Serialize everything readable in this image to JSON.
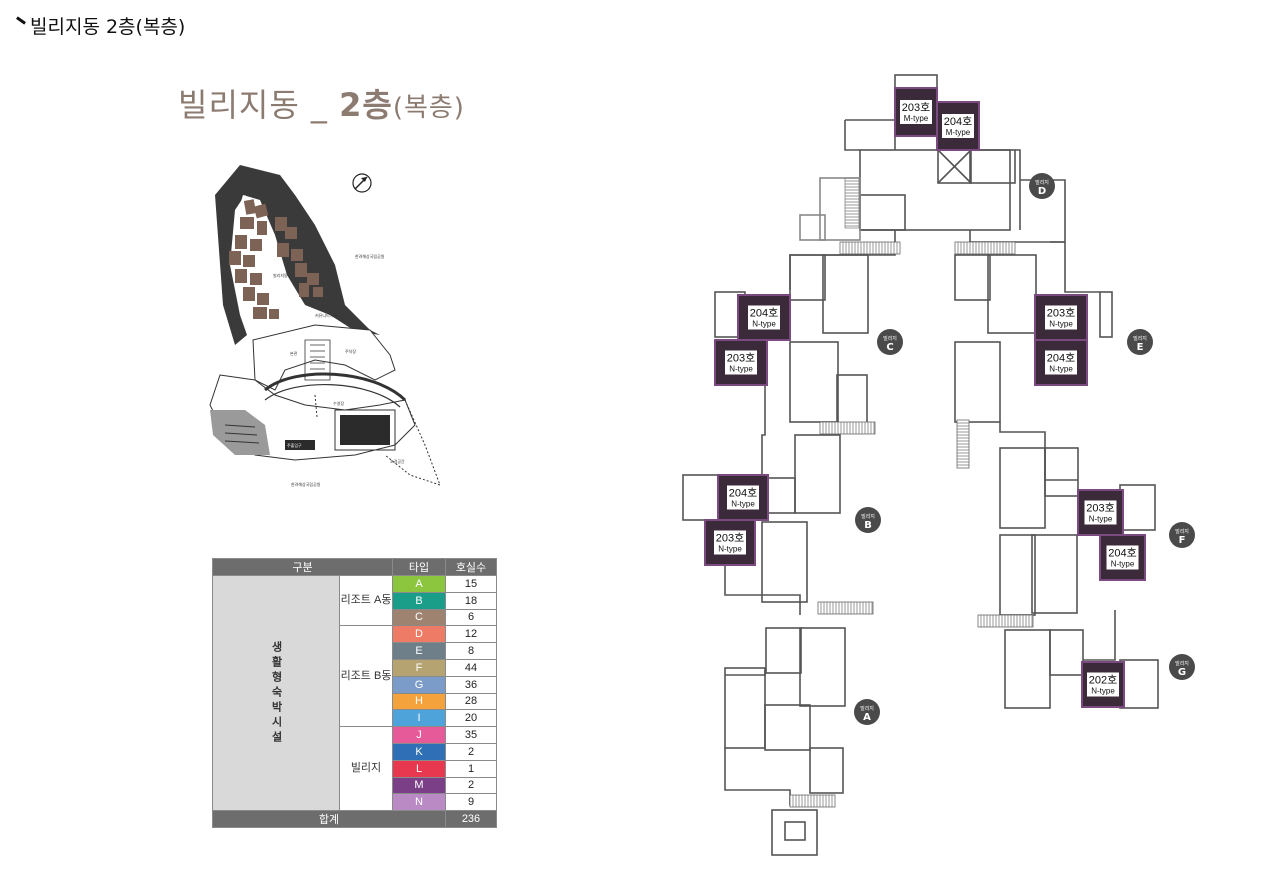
{
  "page": {
    "heading": "빌리지동 2층(복층)"
  },
  "plan_title": {
    "main": "빌리지동 _ ",
    "floor": "2층",
    "suffix": "(복층)"
  },
  "site_map": {
    "labels": {
      "sea_view_top": "한려해상국립공원",
      "sea_view_bottom": "한려해상국립공원",
      "villa": "빌리지동",
      "lobby": "커뮤니티시설",
      "parking": "주차장",
      "main_building": "본관",
      "pool": "수영장",
      "entrance": "주출입구",
      "garden": "조경공간"
    }
  },
  "type_table": {
    "headers": [
      "구분",
      "타입",
      "호실수"
    ],
    "category": "생활형숙박시설",
    "groups": [
      {
        "name": "리조트 A동",
        "rows": [
          {
            "type": "A",
            "count": "15",
            "color": "#8cc63f"
          },
          {
            "type": "B",
            "count": "18",
            "color": "#1a9e8a"
          },
          {
            "type": "C",
            "count": "6",
            "color": "#9e8470"
          }
        ]
      },
      {
        "name": "리조트 B동",
        "rows": [
          {
            "type": "D",
            "count": "12",
            "color": "#ee7b66"
          },
          {
            "type": "E",
            "count": "8",
            "color": "#6f7f8a"
          },
          {
            "type": "F",
            "count": "44",
            "color": "#b5a371"
          },
          {
            "type": "G",
            "count": "36",
            "color": "#7b9cc8"
          },
          {
            "type": "H",
            "count": "28",
            "color": "#f4a23c"
          },
          {
            "type": "I",
            "count": "20",
            "color": "#4fa3db"
          }
        ]
      },
      {
        "name": "빌리지",
        "rows": [
          {
            "type": "J",
            "count": "35",
            "color": "#e75a9a"
          },
          {
            "type": "K",
            "count": "2",
            "color": "#2f6fb5"
          },
          {
            "type": "L",
            "count": "1",
            "color": "#e8384f"
          },
          {
            "type": "M",
            "count": "2",
            "color": "#7a3f87"
          },
          {
            "type": "N",
            "count": "9",
            "color": "#b98ac4"
          }
        ]
      }
    ],
    "total_label": "합계",
    "total_count": "236"
  },
  "floor_plan": {
    "units": [
      {
        "room": "203호",
        "type": "M-type"
      },
      {
        "room": "204호",
        "type": "M-type"
      },
      {
        "room": "204호",
        "type": "N-type"
      },
      {
        "room": "203호",
        "type": "N-type"
      },
      {
        "room": "203호",
        "type": "N-type"
      },
      {
        "room": "204호",
        "type": "N-type"
      },
      {
        "room": "204호",
        "type": "N-type"
      },
      {
        "room": "203호",
        "type": "N-type"
      },
      {
        "room": "203호",
        "type": "N-type"
      },
      {
        "room": "204호",
        "type": "N-type"
      },
      {
        "room": "202호",
        "type": "N-type"
      }
    ],
    "villa_markers": [
      {
        "prefix": "빌리지",
        "letter": "D"
      },
      {
        "prefix": "빌리지",
        "letter": "C"
      },
      {
        "prefix": "빌리지",
        "letter": "E"
      },
      {
        "prefix": "빌리지",
        "letter": "B"
      },
      {
        "prefix": "빌리지",
        "letter": "F"
      },
      {
        "prefix": "빌리지",
        "letter": "G"
      },
      {
        "prefix": "빌리지",
        "letter": "A"
      }
    ],
    "colors": {
      "unit_fill": "#3b2a3a",
      "unit_border": "#7a4a80",
      "outline": "#555555",
      "marker": "#4a4a4a"
    }
  }
}
